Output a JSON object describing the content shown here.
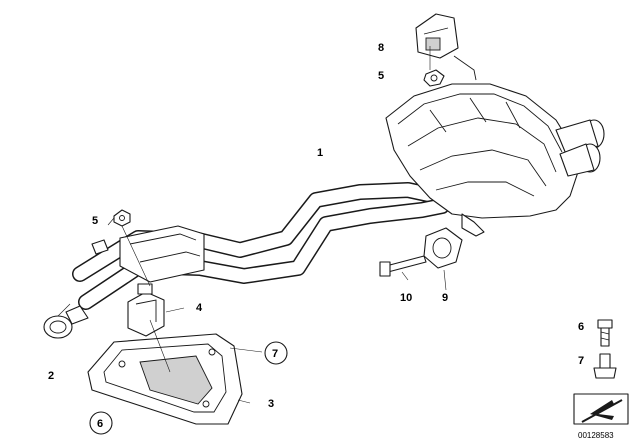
{
  "callouts": {
    "c1": "1",
    "c2": "2",
    "c3": "3",
    "c4": "4",
    "c5_upper": "5",
    "c5_left": "5",
    "c6_circled": "6",
    "c6_legend": "6",
    "c7_circled": "7",
    "c7_legend": "7",
    "c8": "8",
    "c9": "9",
    "c10": "10"
  },
  "document_id": "00128583",
  "icons": {
    "exhaust_system": "exhaust-system-icon",
    "rear_silencer": "rear-silencer-icon",
    "heat_shield": "heat-shield-icon",
    "clamp": "clamp-icon",
    "rubber_mount": "rubber-mount-icon",
    "bracket": "bracket-icon",
    "bolt": "bolt-icon",
    "nut": "nut-icon",
    "direction_arrow": "arrow-icon"
  }
}
